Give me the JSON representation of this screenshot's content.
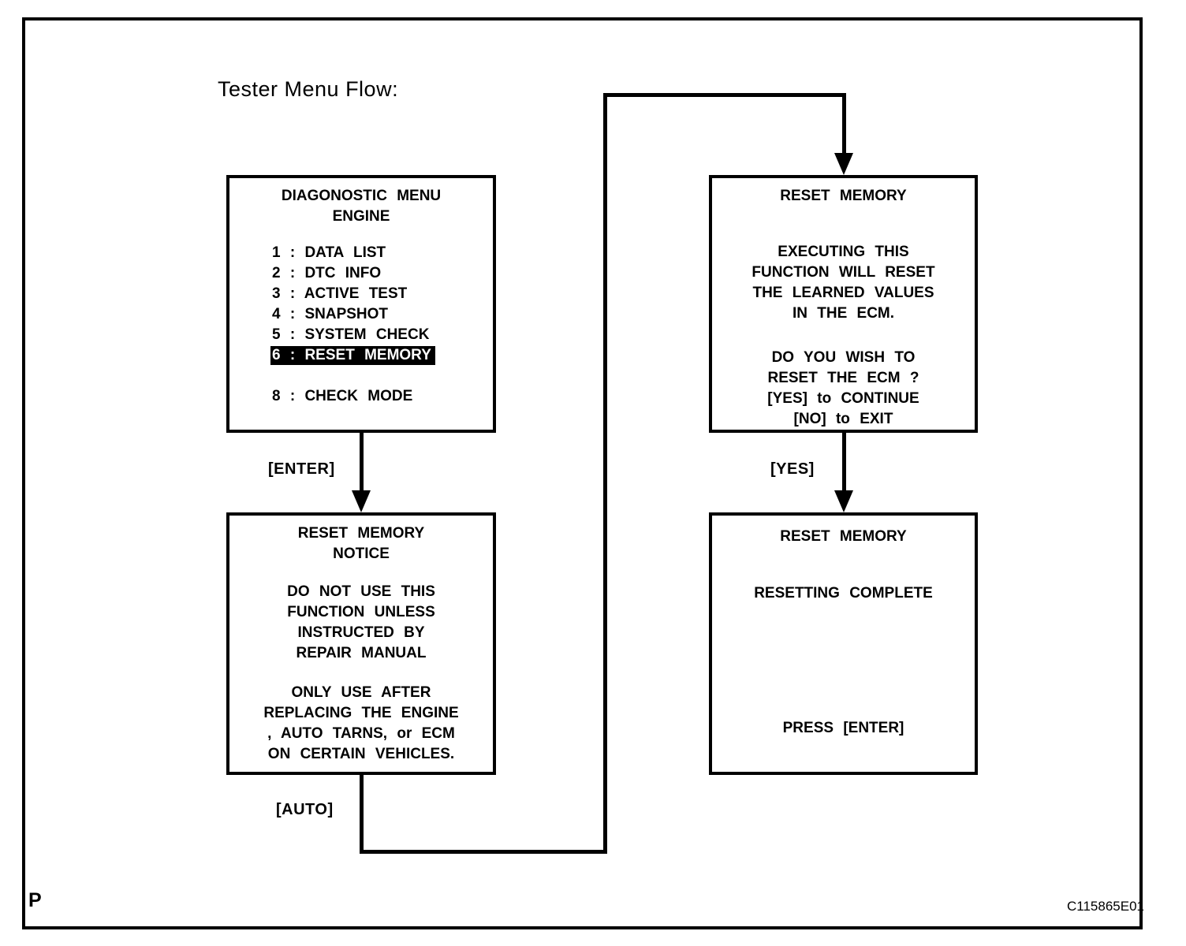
{
  "page": {
    "title": "Tester Menu Flow:",
    "page_letter": "P",
    "figure_code": "C115865E01"
  },
  "flow": {
    "enter_label": "[ENTER]",
    "yes_label": "[YES]",
    "auto_label": "[AUTO]"
  },
  "screens": {
    "diagnostic_menu": {
      "title_line1": "DIAGONOSTIC MENU",
      "title_line2": "ENGINE",
      "items": [
        "1 : DATA LIST",
        "2 : DTC INFO",
        "3 : ACTIVE TEST",
        "4 : SNAPSHOT",
        "5 : SYSTEM CHECK",
        "6 : RESET MEMORY"
      ],
      "bottom_item": "8 : CHECK MODE"
    },
    "reset_confirm": {
      "title": "RESET MEMORY",
      "para1": [
        "EXECUTING THIS",
        "FUNCTION WILL RESET",
        "THE LEARNED VALUES",
        "IN THE ECM."
      ],
      "para2": [
        "DO YOU WISH TO",
        "RESET THE ECM ?",
        "[YES] to CONTINUE",
        "[NO] to EXIT"
      ]
    },
    "reset_notice": {
      "title_line1": "RESET MEMORY",
      "title_line2": "NOTICE",
      "para1": [
        "DO NOT USE THIS",
        "FUNCTION UNLESS",
        "INSTRUCTED BY",
        "REPAIR MANUAL"
      ],
      "para2": [
        "ONLY USE AFTER",
        "REPLACING THE ENGINE",
        ", AUTO TARNS, or ECM",
        "ON CERTAIN VEHICLES."
      ]
    },
    "reset_complete": {
      "title": "RESET MEMORY",
      "status": "RESETTING COMPLETE",
      "action": "PRESS [ENTER]"
    }
  }
}
